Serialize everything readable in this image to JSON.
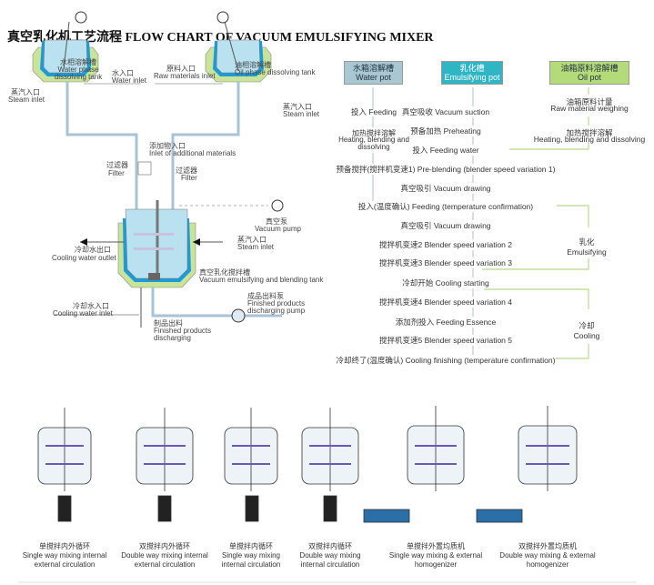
{
  "title": "真空乳化机工艺流程  FLOW CHART OF VACUUM EMULSIFYING MIXER",
  "left_labels": [
    "水相溶解槽",
    "Water phase",
    "dissolving tank",
    "水入口",
    "Water inlet",
    "原料入口",
    "Raw materials inlet",
    "油相溶解槽",
    "Oil phase dissolving tank",
    "蒸汽入口",
    "Steam inlet",
    "蒸汽入口",
    "Steam inlet",
    "添加物入口",
    "Inlet of additional materials",
    "过滤器",
    "Filter",
    "过滤器",
    "Filter",
    "真空泵",
    "Vacuum pump",
    "冷却水出口",
    "Cooling water outlet",
    "蒸汽入口",
    "Steam inlet",
    "真空乳化搅拌槽",
    "Vacuum emulsifying and blending tank",
    "成品出料泵",
    "Finished products",
    "discharging pump",
    "冷却水入口",
    "Cooling water inlet",
    "制品出料",
    "Finished products",
    "discharging"
  ],
  "flow": {
    "boxes": [
      {
        "cn": "水箱溶解槽",
        "en": "Water pot",
        "color": "#a9c7d2"
      },
      {
        "cn": "乳化槽",
        "en": "Emulsifying pot",
        "color": "#2fb5c4"
      },
      {
        "cn": "油箱原料溶解槽",
        "en": "Oil pot",
        "color": "#b4db7a"
      }
    ],
    "water_steps": [
      "投入 Feeding",
      "加热搅拌溶解",
      "Heating, blending and",
      "dissolving"
    ],
    "oil_steps": [
      "油箱原料计量",
      "Raw material weighing",
      "加热搅拌溶解",
      "Heating, blending and dissolving"
    ],
    "main_steps": [
      "真空吸收 Vacuum suction",
      "预备加热 Preheating",
      "投入 Feeding water",
      "预备搅拌(搅拌机变速1) Pre-blending (blender speed variation 1)",
      "真空吸引 Vacuum drawing",
      "投入(温度确认) Feeding (temperature confirmation)",
      "真空吸引 Vacuum drawing",
      "搅拌机变速2 Blender speed variation 2",
      "搅拌机变速3 Blender speed variation 3",
      "冷却开始 Cooling starting",
      "搅拌机变速4 Blender speed variation 4",
      "添加剂投入 Feeding Essence",
      "搅拌机变速5 Blender speed variation 5",
      "冷却终了(温度确认) Cooling finishing (temperature confirmation)"
    ],
    "phases": [
      {
        "cn": "乳化",
        "en": "Emulsifying"
      },
      {
        "cn": "冷却",
        "en": "Cooling"
      }
    ]
  },
  "machines": [
    {
      "cn": "单搅拌内外循环",
      "en1": "Single way mixing internal",
      "en2": "external circulation"
    },
    {
      "cn": "双搅拌内外循环",
      "en1": "Double way mixing internal",
      "en2": "external circulation"
    },
    {
      "cn": "单搅拌内循环",
      "en1": "Single way mixing",
      "en2": "internal circulation"
    },
    {
      "cn": "双搅拌内循环",
      "en1": "Double way mixing",
      "en2": "internal circulation"
    },
    {
      "cn": "单搅拌外置均质机",
      "en1": "Single way mixing & external",
      "en2": "homogenizer"
    },
    {
      "cn": "双搅拌外置均质机",
      "en1": "Double way mixing & external",
      "en2": "homogenizer"
    }
  ]
}
